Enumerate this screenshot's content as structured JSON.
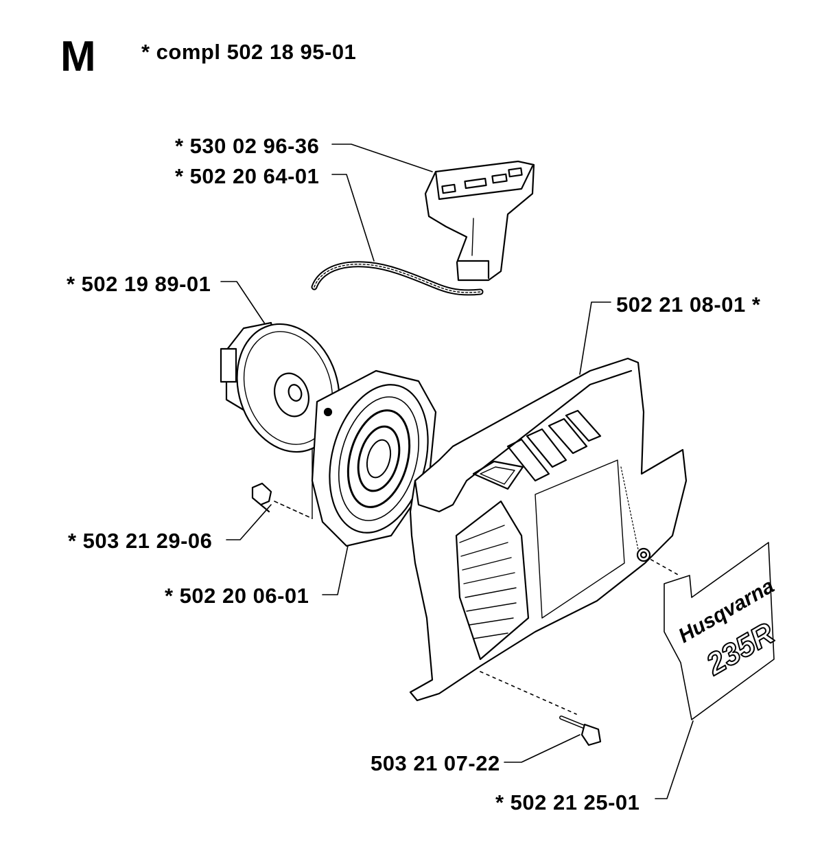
{
  "section": {
    "letter": "M",
    "complete": "*  compl 502 18 95-01"
  },
  "parts": {
    "handle": "*  530 02 96-36",
    "rope": "*  502 20 64-01",
    "pulley": "*  502 19 89-01",
    "cover": "502 21 08-01  *",
    "screw_pulley": "*  503 21 29-06",
    "spring_cassette": "*  502 20 06-01",
    "screw_cover": "503 21 07-22",
    "decal": "*  502 21 25-01"
  },
  "decal": {
    "brand": "Husqvarna",
    "model": "235R"
  }
}
